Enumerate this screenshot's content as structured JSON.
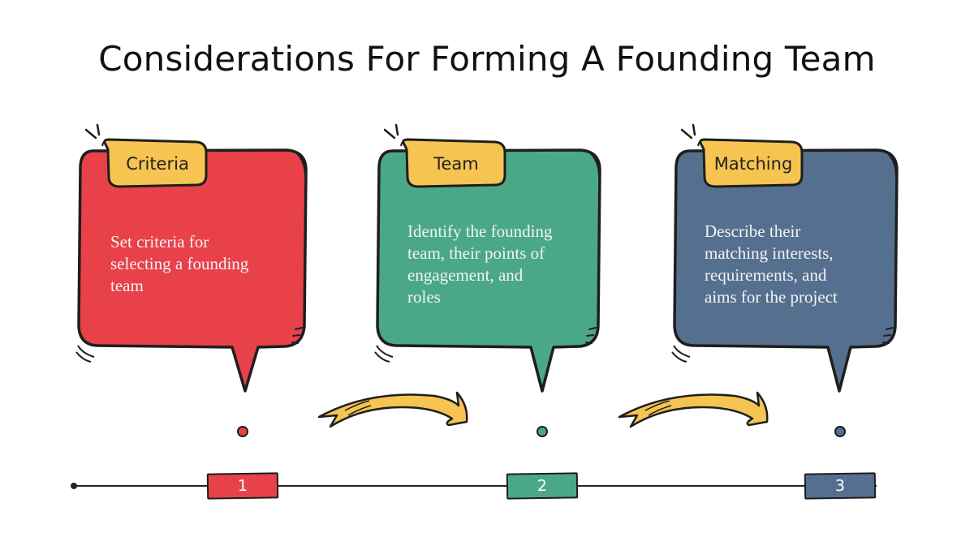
{
  "slide": {
    "title": "Considerations For Forming A Founding Team"
  },
  "colors": {
    "red": "#e8414a",
    "green": "#4aa889",
    "blue": "#55708f",
    "tab_yellow": "#f6c450",
    "arrow_yellow": "#f6c450",
    "outline": "#1e1e1e"
  },
  "cards": [
    {
      "tab": "Criteria",
      "text_lines": [
        "Set criteria for",
        "selecting a founding",
        "team"
      ],
      "color": "#e8414a"
    },
    {
      "tab": "Team",
      "text_lines": [
        "Identify the founding",
        "team, their points of",
        "engagement, and",
        "roles"
      ],
      "color": "#4aa889"
    },
    {
      "tab": "Matching",
      "text_lines": [
        "Describe their",
        "matching interests,",
        "requirements, and",
        "aims for the project"
      ],
      "color": "#55708f"
    }
  ],
  "steps": [
    {
      "number": "1",
      "color": "#e8414a"
    },
    {
      "number": "2",
      "color": "#4aa889"
    },
    {
      "number": "3",
      "color": "#55708f"
    }
  ],
  "icons": {
    "arrow": "curved-arrow-right-icon",
    "dot": "circle-marker-icon"
  }
}
